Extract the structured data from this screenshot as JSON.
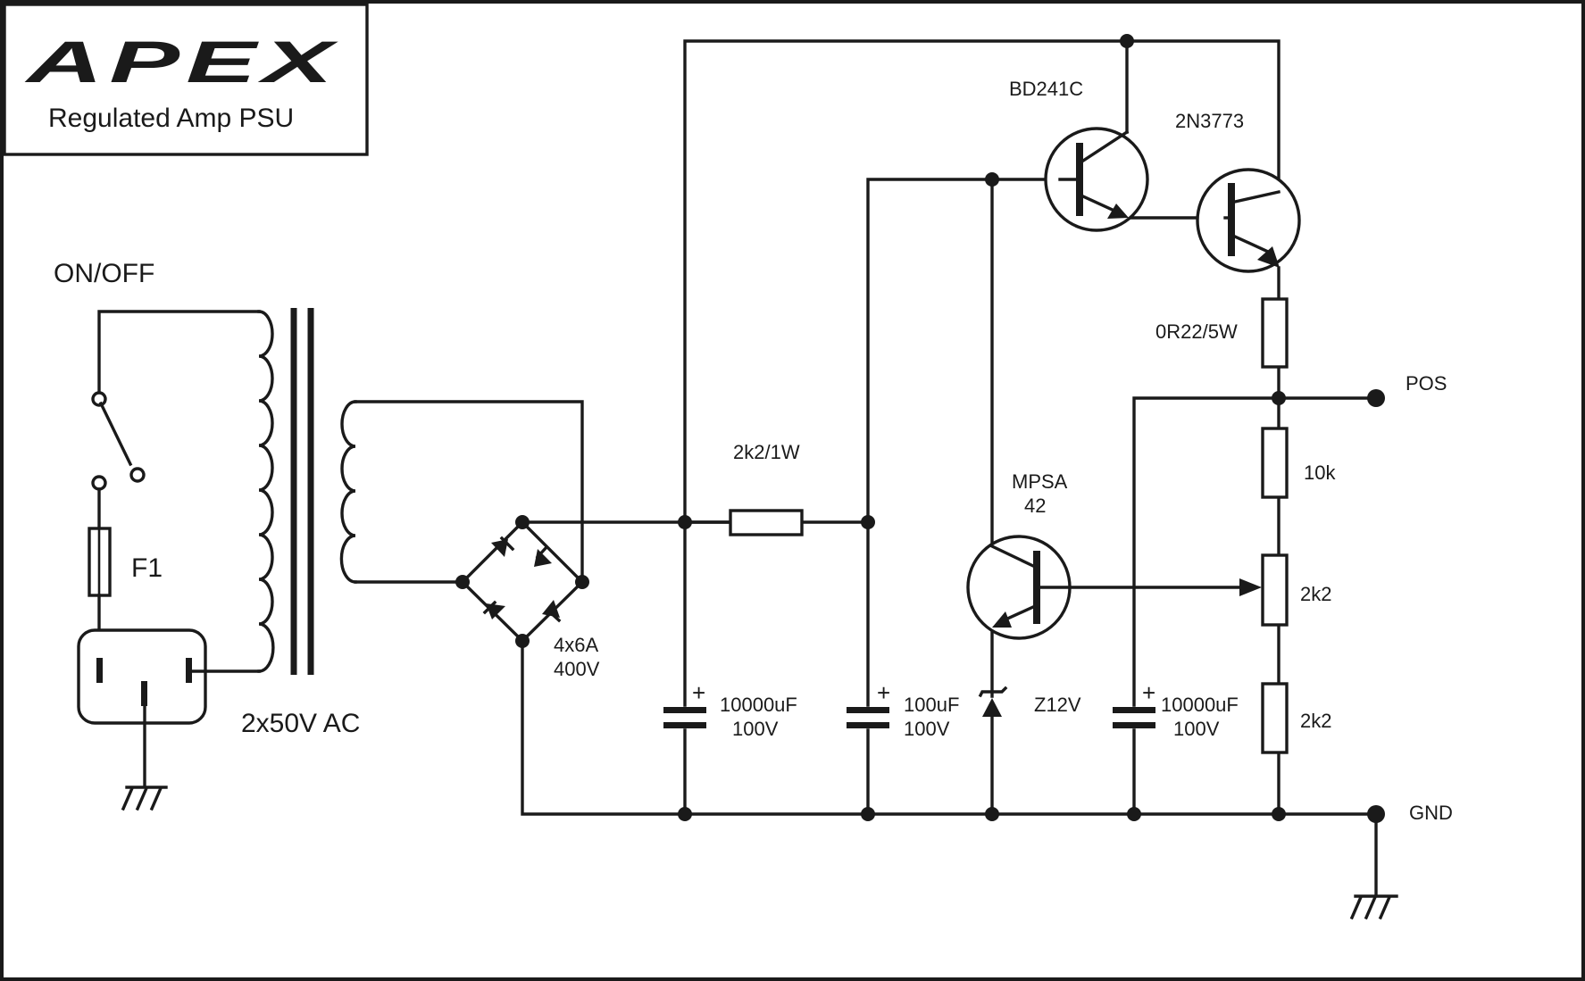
{
  "title_block": {
    "logo_text": "APEX",
    "subtitle": "Regulated Amp PSU"
  },
  "mains": {
    "switch_label": "ON/OFF",
    "fuse_label": "F1",
    "transformer_label": "2x50V AC"
  },
  "components": {
    "bridge": {
      "line1": "4x6A",
      "line2": "400V"
    },
    "dropper_resistor": "2k2/1W",
    "c1": {
      "line1": "10000uF",
      "line2": "100V"
    },
    "c2": {
      "line1": "100uF",
      "line2": "100V"
    },
    "zener": "Z12V",
    "c3": {
      "line1": "10000uF",
      "line2": "100V"
    },
    "driver_transistor": "BD241C",
    "pass_transistor": "2N3773",
    "emitter_resistor": "0R22/5W",
    "error_amp": {
      "line1": "MPSA",
      "line2": "42"
    },
    "r_top": "10k",
    "trimmer": "2k2",
    "r_bottom": "2k2"
  },
  "terminals": {
    "positive": "POS",
    "ground": "GND"
  }
}
